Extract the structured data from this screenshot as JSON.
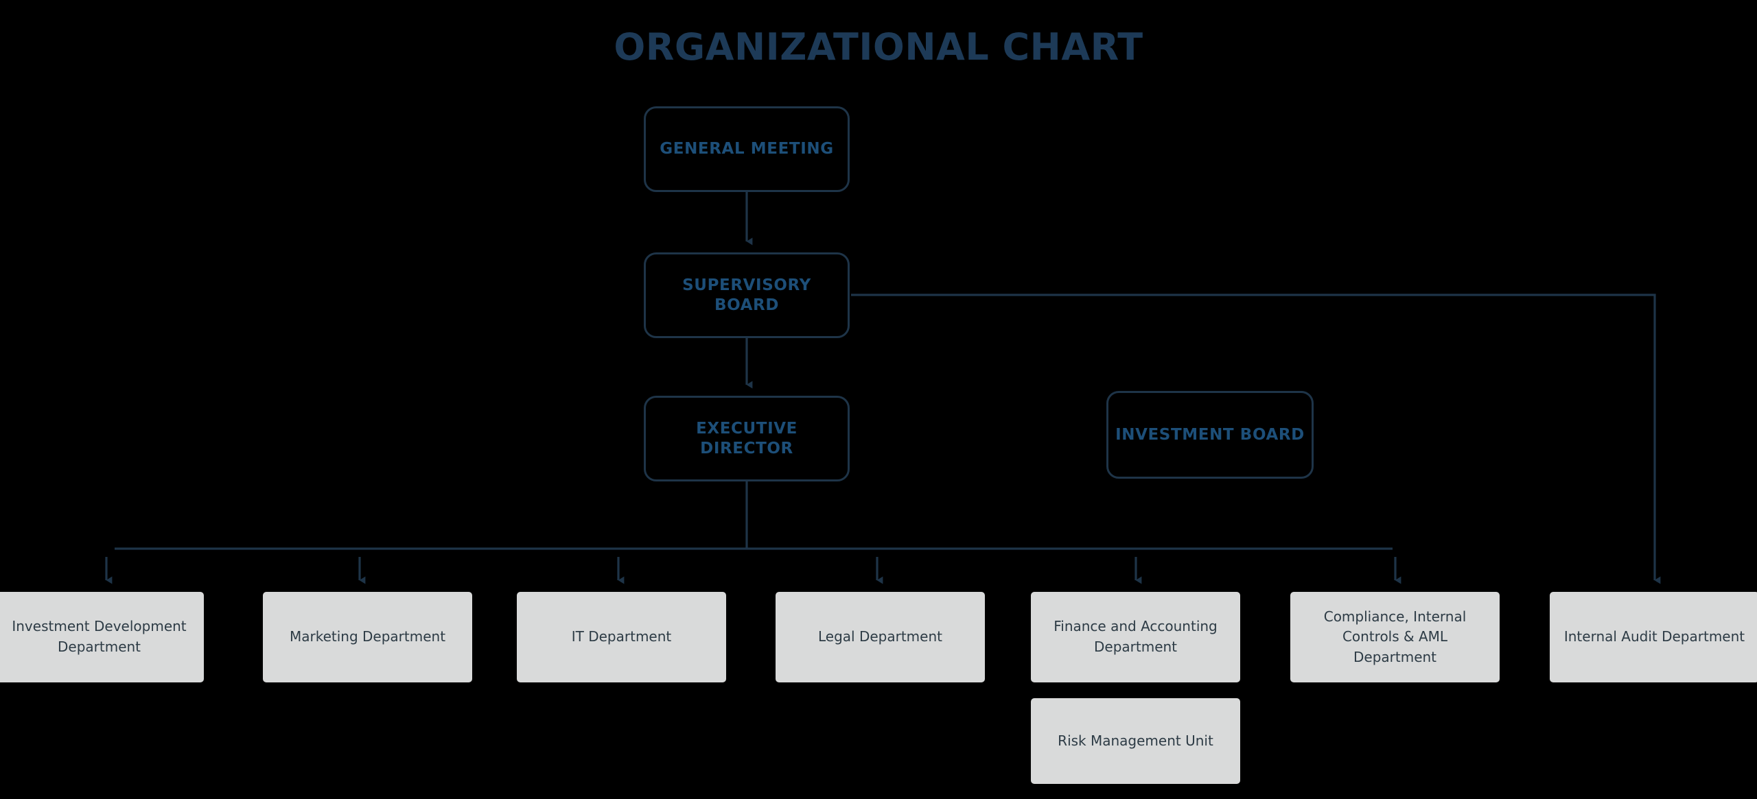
{
  "page": {
    "title": "ORGANIZATIONAL CHART",
    "background_color": "#000000",
    "accent_color": "#1d4f79",
    "line_color": "#1e3448",
    "box_fill_color": "#d9dada",
    "box_text_color": "#2d3b45"
  },
  "nodes": {
    "general_meeting": {
      "label": "GENERAL MEETING"
    },
    "supervisory_board": {
      "label": "SUPERVISORY BOARD"
    },
    "executive_director": {
      "label": "EXECUTIVE DIRECTOR"
    },
    "investment_board": {
      "label": "INVESTMENT BOARD"
    }
  },
  "departments": [
    {
      "id": "investment-development",
      "label": "Investment Development Department"
    },
    {
      "id": "marketing",
      "label": "Marketing Department"
    },
    {
      "id": "it",
      "label": "IT Department"
    },
    {
      "id": "legal",
      "label": "Legal Department"
    },
    {
      "id": "finance-accounting",
      "label": "Finance and Accounting Department"
    },
    {
      "id": "compliance-aml",
      "label": "Compliance, Internal Controls & AML Department"
    },
    {
      "id": "internal-audit",
      "label": "Internal Audit Department"
    },
    {
      "id": "risk-management",
      "label": "Risk Management Unit"
    }
  ],
  "chart_data": {
    "type": "diagram",
    "title": "ORGANIZATIONAL CHART",
    "diagram_kind": "organizational-hierarchy",
    "levels": [
      [
        "GENERAL MEETING"
      ],
      [
        "SUPERVISORY BOARD"
      ],
      [
        "EXECUTIVE DIRECTOR",
        "INVESTMENT BOARD"
      ],
      [
        "Investment Development Department",
        "Marketing Department",
        "IT Department",
        "Legal Department",
        "Finance and Accounting Department",
        "Compliance, Internal Controls & AML Department",
        "Internal Audit Department"
      ],
      [
        "Risk Management Unit"
      ]
    ],
    "edges": [
      {
        "from": "GENERAL MEETING",
        "to": "SUPERVISORY BOARD",
        "style": "arrow-down"
      },
      {
        "from": "SUPERVISORY BOARD",
        "to": "EXECUTIVE DIRECTOR",
        "style": "arrow-down"
      },
      {
        "from": "SUPERVISORY BOARD",
        "to": "Internal Audit Department",
        "style": "elbow-right-down"
      },
      {
        "from": "EXECUTIVE DIRECTOR",
        "to": "Investment Development Department",
        "style": "bus-drop"
      },
      {
        "from": "EXECUTIVE DIRECTOR",
        "to": "Marketing Department",
        "style": "bus-drop"
      },
      {
        "from": "EXECUTIVE DIRECTOR",
        "to": "IT Department",
        "style": "bus-drop"
      },
      {
        "from": "EXECUTIVE DIRECTOR",
        "to": "Legal Department",
        "style": "bus-drop"
      },
      {
        "from": "EXECUTIVE DIRECTOR",
        "to": "Finance and Accounting Department",
        "style": "bus-drop"
      },
      {
        "from": "EXECUTIVE DIRECTOR",
        "to": "Compliance, Internal Controls & AML Department",
        "style": "bus-drop"
      },
      {
        "from": "Finance and Accounting Department",
        "to": "Risk Management Unit",
        "style": "implicit-stack"
      }
    ]
  }
}
